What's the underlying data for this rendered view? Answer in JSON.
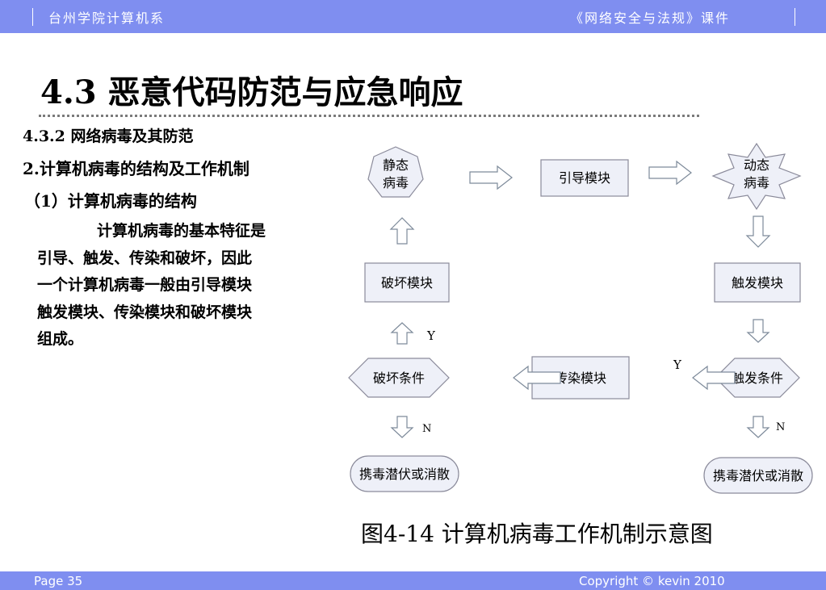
{
  "header": {
    "left_text": "台州学院计算机系",
    "right_text": "《网络安全与法规》课件"
  },
  "slide": {
    "title": "4.3 恶意代码防范与应急响应",
    "subsection": "4.3.2 网络病毒及其防范",
    "point": "2.计算机病毒的结构及工作机制",
    "subpoint": "（1）计算机病毒的结构",
    "paragraph_lines": [
      "　　计算机病毒的基本特征是",
      "引导、触发、传染和破坏，因此",
      "一个计算机病毒一般由引导模块",
      "触发模块、传染模块和破坏模块",
      "组成。"
    ]
  },
  "diagram": {
    "nodes": {
      "static_virus": [
        "静态",
        "病毒"
      ],
      "boot_module": "引导模块",
      "dynamic_virus": [
        "动态",
        "病毒"
      ],
      "trigger_module": "触发模块",
      "destroy_module": "破坏模块",
      "trigger_condition": "触发条件",
      "infect_module": "传染模块",
      "destroy_condition": "破坏条件",
      "dormant_left": "携毒潜伏或消散",
      "dormant_right": "携毒潜伏或消散"
    },
    "labels": {
      "yes_destroy": "Y",
      "yes_trigger": "Y",
      "no_left": "N",
      "no_right": "N"
    },
    "colors": {
      "node_fill": "#eef0f8",
      "node_stroke": "#8a8a9a",
      "arrow_stroke": "#7d8a9a"
    }
  },
  "caption": "图4-14 计算机病毒工作机制示意图",
  "footer": {
    "page": "Page 35",
    "copyright": "Copyright © kevin 2010"
  },
  "theme": {
    "bar_color": "#7f8ef0"
  }
}
